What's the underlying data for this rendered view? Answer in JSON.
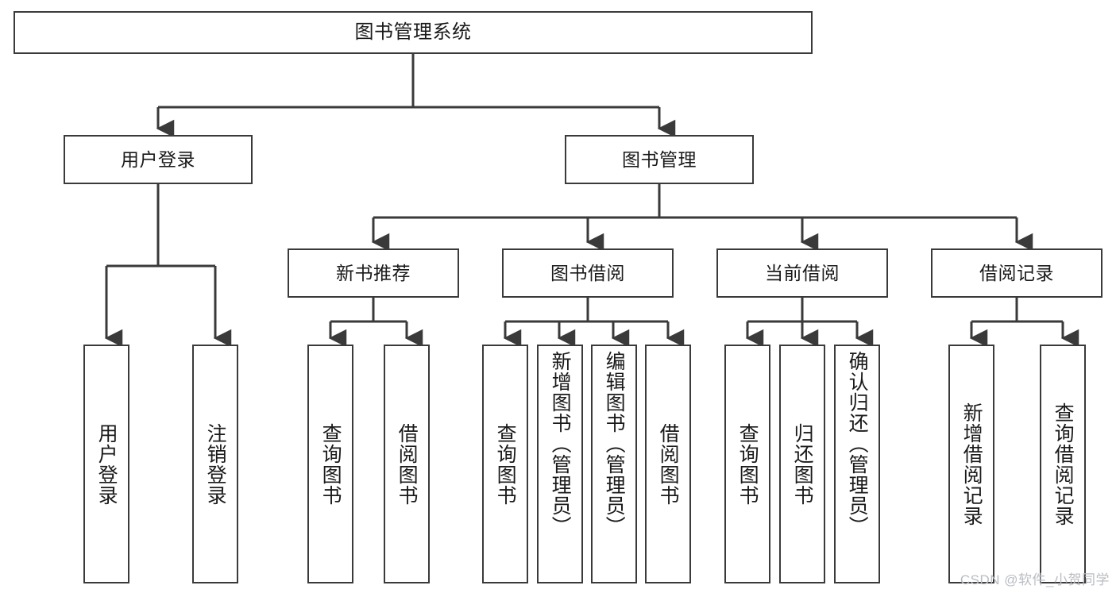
{
  "diagram": {
    "title": "图书管理系统",
    "type": "tree",
    "colors": {
      "stroke": "#3a3a3a",
      "fill": "#ffffff",
      "text": "#1a1a1a",
      "watermark": "#b9bcc2"
    },
    "root": {
      "label": "图书管理系统"
    },
    "level2": [
      {
        "label": "用户登录"
      },
      {
        "label": "图书管理"
      }
    ],
    "level3": [
      {
        "label": "新书推荐"
      },
      {
        "label": "图书借阅"
      },
      {
        "label": "当前借阅"
      },
      {
        "label": "借阅记录"
      }
    ],
    "leaves": {
      "user_login": [
        {
          "label": "用户登录"
        },
        {
          "label": "注销登录"
        }
      ],
      "new_book_recommend": [
        {
          "label": "查询图书"
        },
        {
          "label": "借阅图书"
        }
      ],
      "book_borrow": [
        {
          "label": "查询图书"
        },
        {
          "label": "新增图书（管理员）"
        },
        {
          "label": "编辑图书（管理员）"
        },
        {
          "label": "借阅图书"
        }
      ],
      "current_borrow": [
        {
          "label": "查询图书"
        },
        {
          "label": "归还图书"
        },
        {
          "label": "确认归还（管理员）"
        }
      ],
      "borrow_record": [
        {
          "label": "新增借阅记录"
        },
        {
          "label": "查询借阅记录"
        }
      ]
    }
  },
  "watermark": {
    "text": "CSDN @软件_小贺同学"
  }
}
